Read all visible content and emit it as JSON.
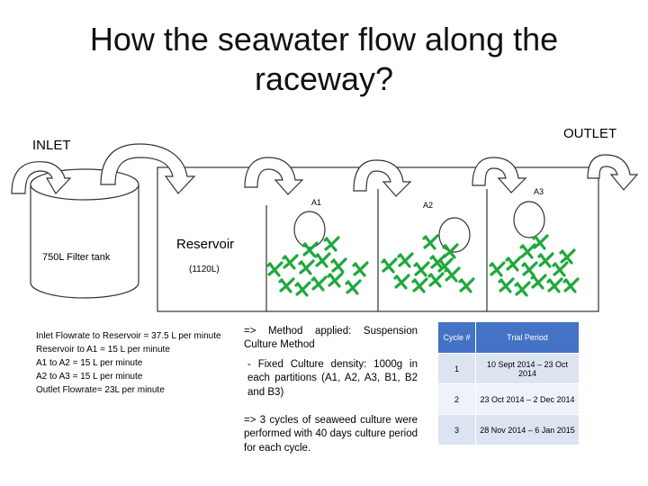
{
  "title": "How the seawater flow along the raceway?",
  "labels": {
    "inlet": "INLET",
    "outlet": "OUTLET",
    "tank": "750L Filter tank",
    "reservoir": "Reservoir",
    "reservoir_capacity": "(1120L)",
    "a1": "A1",
    "a2": "A2",
    "a3": "A3"
  },
  "flowrates": [
    "Inlet Flowrate to Reservoir = 37.5 L per minute",
    "Reservoir to A1 = 15 L per minute",
    "A1 to A2 = 15 L per minute",
    "A2 to A3 = 15 L per minute",
    "Outlet Flowrate= 23L per minute"
  ],
  "method": {
    "line1": "=> Method applied: Suspension Culture Method",
    "line2": "- Fixed Culture density: 1000g in each partitions (A1, A2, A3, B1, B2 and B3)",
    "line3": "=> 3 cycles of seaweed culture were performed with 40 days culture period for each cycle."
  },
  "table": {
    "headers": [
      "Cycle #",
      "Trial Period"
    ],
    "rows": [
      [
        "1",
        "10 Sept 2014 – 23 Oct 2014"
      ],
      [
        "2",
        "23 Oct 2014 – 2 Dec 2014"
      ],
      [
        "3",
        "28 Nov 2014 – 6 Jan 2015"
      ]
    ]
  },
  "colors": {
    "seaweed": "#1ea83c",
    "table_header": "#4472c4",
    "table_row": "#dde4f1",
    "table_row_alt": "#eff2f8"
  }
}
